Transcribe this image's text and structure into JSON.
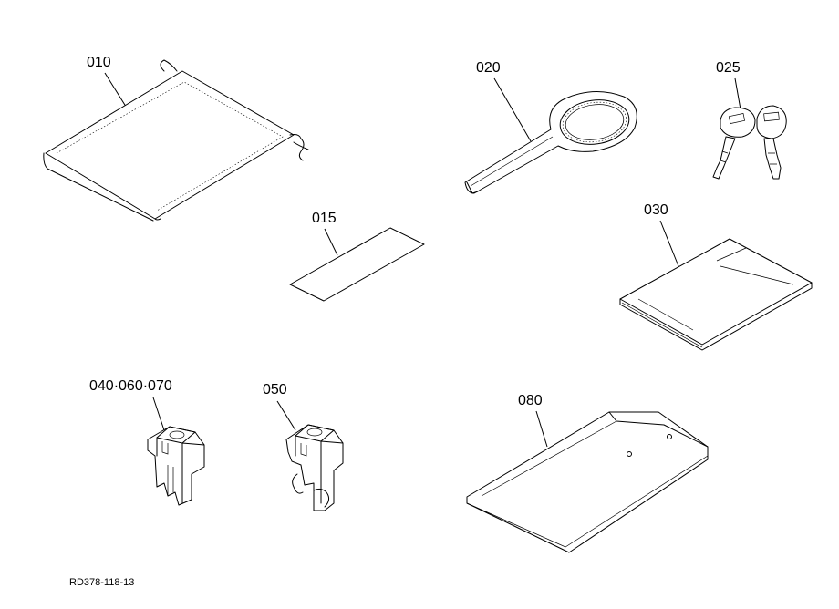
{
  "parts": [
    {
      "id": "tool-bag",
      "number": "010"
    },
    {
      "id": "label-sheet",
      "number": "015"
    },
    {
      "id": "wrench",
      "number": "020"
    },
    {
      "id": "keys",
      "number": "025"
    },
    {
      "id": "manual",
      "number": "030"
    },
    {
      "id": "connector-a",
      "number": "040·060·070"
    },
    {
      "id": "connector-b",
      "number": "050"
    },
    {
      "id": "envelope",
      "number": "080"
    }
  ],
  "doc_code": "RD378-118-13"
}
